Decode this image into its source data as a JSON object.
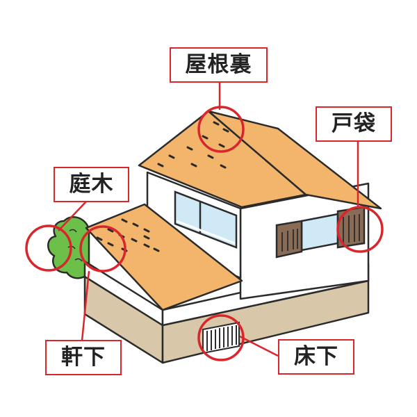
{
  "labels": {
    "yaneura": "屋根裏",
    "tobukuro": "戸袋",
    "niwaki": "庭木",
    "nokishita": "軒下",
    "yukashita": "床下"
  },
  "colors": {
    "accent_red": "#d9262c",
    "roof": "#f2b56b",
    "wall": "#ffffff",
    "foundation": "#d8c7a8",
    "window_glass": "#cfe9f7",
    "shutter": "#8a6b55",
    "tree": "#6cc04a",
    "outline": "#2b2b2b"
  }
}
